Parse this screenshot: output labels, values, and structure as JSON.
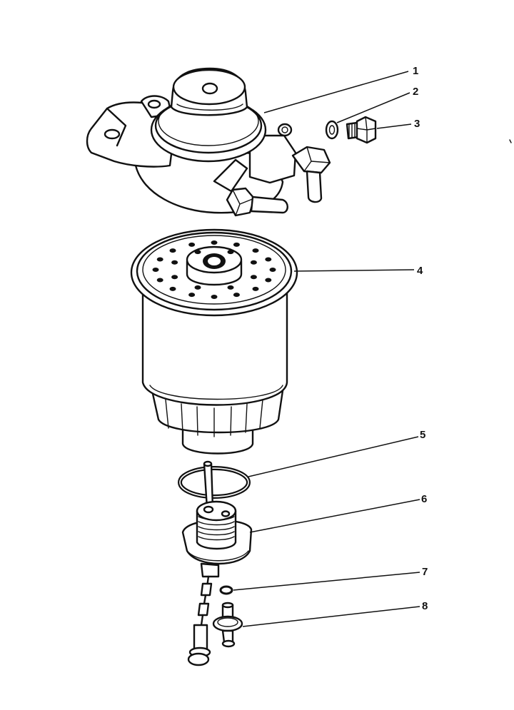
{
  "diagram": {
    "callouts": [
      {
        "id": "1",
        "label": "1"
      },
      {
        "id": "2",
        "label": "2"
      },
      {
        "id": "3",
        "label": "3"
      },
      {
        "id": "4",
        "label": "4"
      },
      {
        "id": "5",
        "label": "5"
      },
      {
        "id": "6",
        "label": "6"
      },
      {
        "id": "7",
        "label": "7"
      },
      {
        "id": "8",
        "label": "8"
      }
    ],
    "colors": {
      "ink": "#111111",
      "background": "#ffffff"
    }
  }
}
